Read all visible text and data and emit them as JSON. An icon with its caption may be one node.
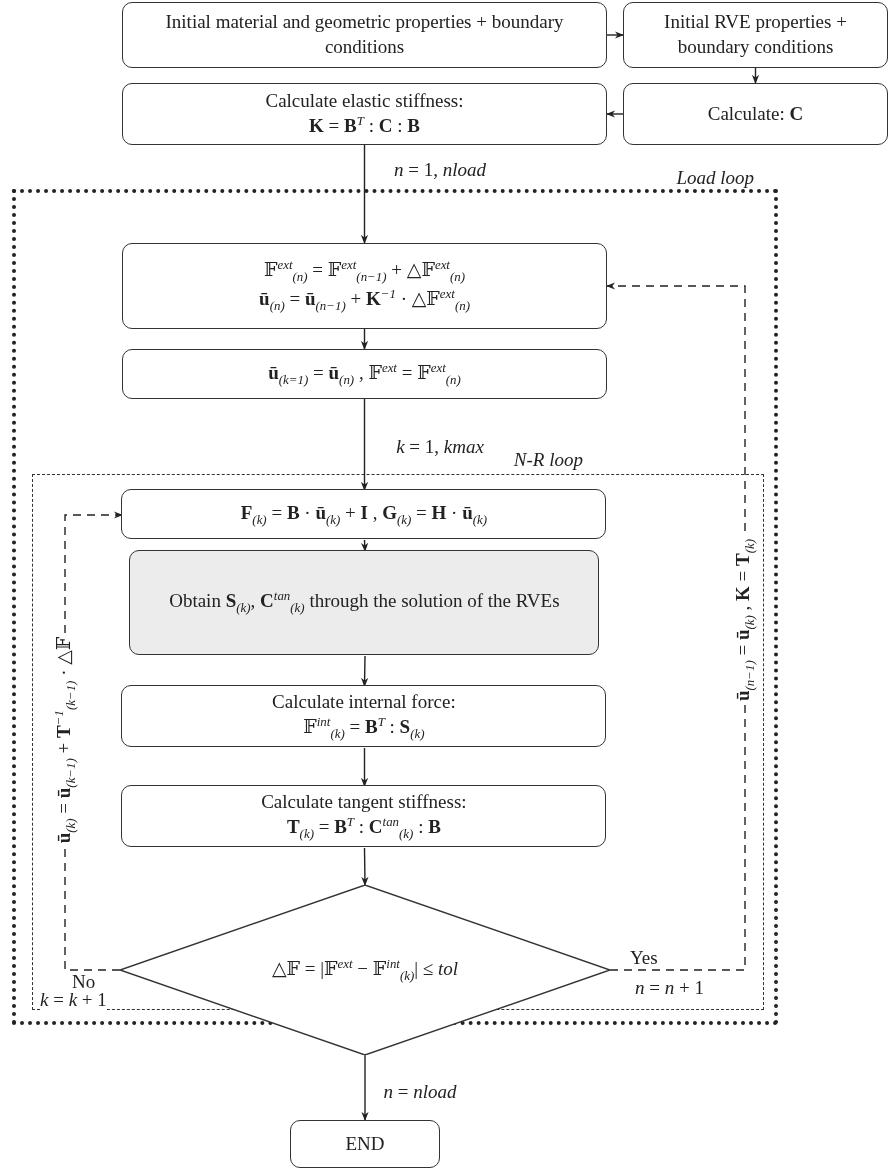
{
  "diagram": {
    "nodes": [
      {
        "text": [
          "Initial material and geometric properties + boundary conditions"
        ]
      },
      {
        "text": [
          "Initial RVE properties + boundary conditions"
        ]
      },
      {
        "text": [
          "Calculate elastic stiffness:",
          "**K** = **B**$^{T}$ : **C** : **B**"
        ]
      },
      {
        "text": [
          "Calculate: **C**"
        ]
      },
      {
        "text": [
          "*Load loop*"
        ]
      },
      {
        "text": [
          "𝔽$^{ext}$$_{(n)}$ = 𝔽$^{ext}$$_{(n−1)}$ + △𝔽$^{ext}$$_{(n)}$",
          "**ū**$_{(n)}$ = **ū**$_{(n−1)}$ + **K**$^{−1}$ · △𝔽$^{ext}$$_{(n)}$"
        ],
        "in": 4
      },
      {
        "text": [
          "**ū**$_{(k=1)}$ = **ū**$_{(n)}$ , 𝔽$^{ext}$ = 𝔽$^{ext}$$_{(n)}$"
        ],
        "in": 4
      },
      {
        "text": [
          "*N-R loop*"
        ],
        "in": 4
      },
      {
        "text": [
          "**F**$_{(k)}$ = **B** · **ū**$_{(k)}$ + **I** , **G**$_{(k)}$ = **H** · **ū**$_{(k)}$"
        ],
        "in": 7
      },
      {
        "text": [
          "Obtain **S**$_{(k)}$, **C**$^{tan}$$_{(k)}$ through the solution of the RVEs"
        ],
        "in": 7
      },
      {
        "text": [
          "Calculate internal force:",
          "𝔽$^{int}$$_{(k)}$ = **B**$^{T}$ : **S**$_{(k)}$"
        ],
        "in": 7
      },
      {
        "text": [
          "Calculate tangent stiffness:",
          "**T**$_{(k)}$ = **B**$^{T}$ : **C**$^{tan}$$_{(k)}$ : **B**"
        ],
        "in": 7
      },
      {
        "text": [
          "△𝔽 = |𝔽$^{ext}$ − 𝔽$^{int}$$_{(k)}$| ≤ *tol*"
        ]
      },
      {
        "text": [
          "END"
        ]
      }
    ],
    "edges": [
      {
        "from": 0,
        "to": 1,
        "arrow": "to"
      },
      {
        "from": 1,
        "to": 3,
        "arrow": "to"
      },
      {
        "from": 3,
        "to": 2,
        "arrow": "to"
      },
      {
        "from": 2,
        "to": 5,
        "arrow": "to",
        "label": "*n* = 1, *nload*"
      },
      {
        "from": 5,
        "to": 6,
        "arrow": "to"
      },
      {
        "from": 6,
        "to": 8,
        "arrow": "to",
        "label": "*k* = 1, *kmax*"
      },
      {
        "from": 8,
        "to": 9,
        "arrow": "to"
      },
      {
        "from": 9,
        "to": 10,
        "arrow": "to"
      },
      {
        "from": 10,
        "to": 11,
        "arrow": "to"
      },
      {
        "from": 11,
        "to": 12,
        "arrow": "to"
      },
      {
        "from": 12,
        "to": 8,
        "arrow": "to",
        "style": "dashed",
        "label": "**ū**$_{(k)}$ = **ū**$_{(k−1)}$ + **T**$^{−1}$$_{(k−1)}$ · △𝔽"
      },
      {
        "from": 12,
        "to": 5,
        "arrow": "to",
        "style": "dashed",
        "label": "**ū**$_{(n−1)}$ = **ū**$_{(k)}$ , **K** = **T**$_{(k)}$"
      },
      {
        "from": 12,
        "to": 13,
        "arrow": "to",
        "label": "*n* = *nload*"
      }
    ],
    "labels": [
      "Yes",
      "*n* = *n* + 1",
      "No",
      "*k* = *k* + 1"
    ]
  }
}
